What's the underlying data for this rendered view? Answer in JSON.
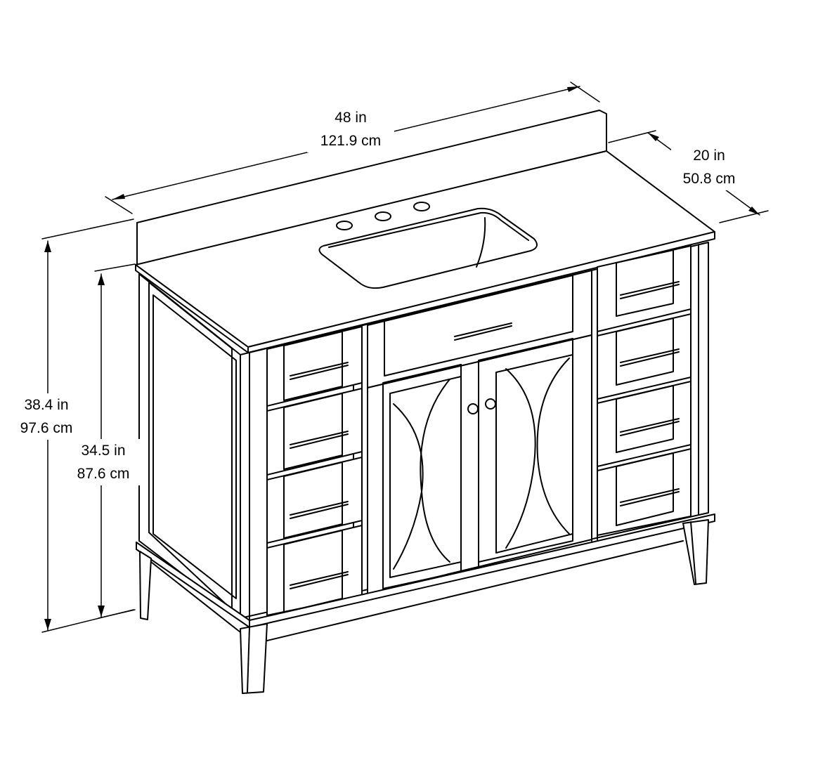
{
  "dimensions": {
    "width": {
      "imperial": "48 in",
      "metric": "121.9 cm"
    },
    "depth": {
      "imperial": "20 in",
      "metric": "50.8 cm"
    },
    "overall_height": {
      "imperial": "38.4 in",
      "metric": "97.6 cm"
    },
    "cabinet_height": {
      "imperial": "34.5 in",
      "metric": "87.6 cm"
    }
  },
  "colors": {
    "line": "#000000",
    "background": "#ffffff"
  }
}
